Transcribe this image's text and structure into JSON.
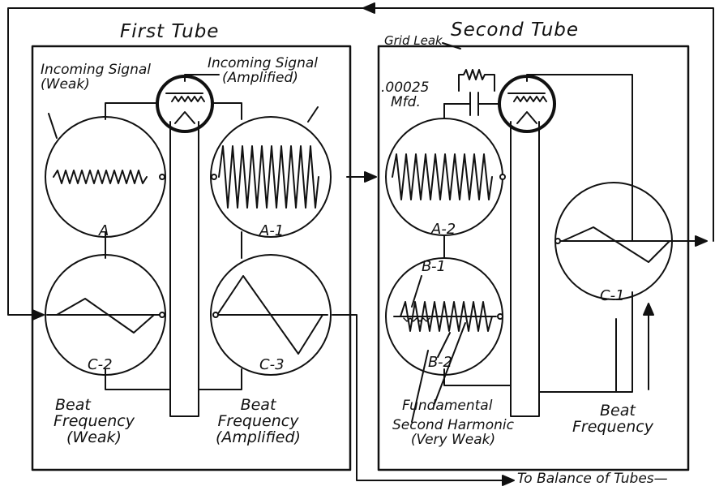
{
  "first_tube": {
    "title": "First Tube",
    "incoming_weak": [
      "Incoming Signal",
      "(Weak)"
    ],
    "incoming_amplified": [
      "Incoming Signal",
      "(Amplified)"
    ],
    "beat_weak": [
      "Beat",
      "Frequency",
      "(Weak)"
    ],
    "beat_amplified": [
      "Beat",
      "Frequency",
      "(Amplified)"
    ]
  },
  "second_tube": {
    "title": "Second Tube",
    "grid_leak": "Grid Leak",
    "capacitor": [
      ".00025",
      "Mfd."
    ],
    "fundamental": "Fundamental",
    "second_harmonic": [
      "Second Harmonic",
      "(Very Weak)"
    ],
    "beat_frequency": [
      "Beat",
      "Frequency"
    ]
  },
  "scopes": {
    "a": "A",
    "a1": "A-1",
    "a2": "A-2",
    "b1": "B-1",
    "b2": "B-2",
    "c1": "C-1",
    "c2": "C-2",
    "c3": "C-3"
  },
  "bottom_arrow": "To Balance of Tubes—"
}
